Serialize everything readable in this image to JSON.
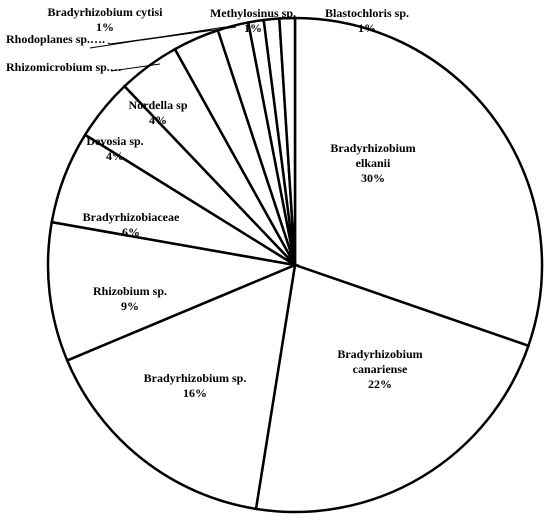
{
  "chart_data": {
    "type": "pie",
    "title": "",
    "slices": [
      {
        "name": "Bradyrhizobium elkanii",
        "lines": [
          "Bradyrhizobium",
          "elkanii"
        ],
        "pct_label": "30%",
        "value": 30
      },
      {
        "name": "Bradyrhizobium canariense",
        "lines": [
          "Bradyrhizobium",
          "canariense"
        ],
        "pct_label": "22%",
        "value": 22
      },
      {
        "name": "Bradyrhizobium sp.",
        "lines": [
          "Bradyrhizobium  sp."
        ],
        "pct_label": "16%",
        "value": 16
      },
      {
        "name": "Rhizobium sp.",
        "lines": [
          "Rhizobium  sp."
        ],
        "pct_label": "9%",
        "value": 9
      },
      {
        "name": "Bradyrhizobiaceae",
        "lines": [
          "Bradyrhizobiaceae"
        ],
        "pct_label": "6%",
        "value": 6
      },
      {
        "name": "Devosia sp.",
        "lines": [
          "Devosia sp."
        ],
        "pct_label": "4%",
        "value": 4
      },
      {
        "name": "Nordella sp",
        "lines": [
          "Nordella sp"
        ],
        "pct_label": "4%",
        "value": 4
      },
      {
        "name": "Rhizomicrobium sp.",
        "lines": [
          "Rhizomicrobium sp.…"
        ],
        "pct_label": "",
        "value": 3
      },
      {
        "name": "Rhodoplanes sp.",
        "lines": [
          "Rhodoplanes sp.…."
        ],
        "pct_label": "",
        "value": 2
      },
      {
        "name": "Bradyrhizobium cytisi",
        "lines": [
          "Bradyrhizobium  cytisi"
        ],
        "pct_label": "1%",
        "value": 1
      },
      {
        "name": "Methylosinus sp.",
        "lines": [
          "Methylosinus sp."
        ],
        "pct_label": "1%",
        "value": 1
      },
      {
        "name": "Blastochloris sp.",
        "lines": [
          "Blastochloris sp."
        ],
        "pct_label": "1%",
        "value": 1
      }
    ]
  }
}
